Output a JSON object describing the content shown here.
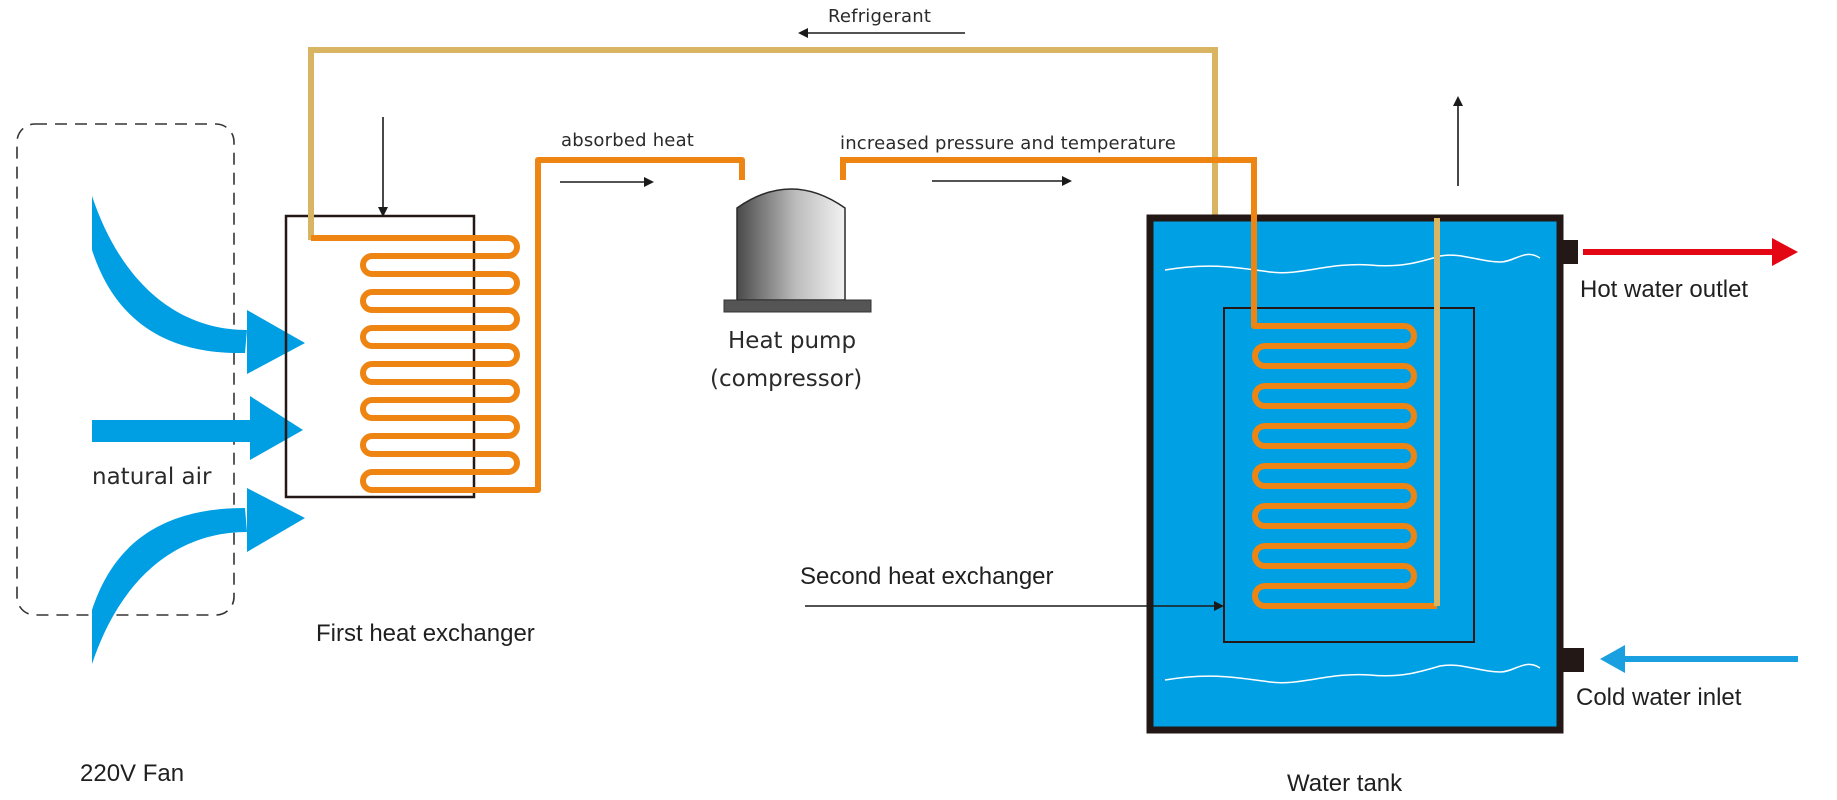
{
  "title": "Air source heat pump water heater working principle",
  "colors": {
    "refrigerant_pipe": "#D9B563",
    "hot_pipe": "#EE8412",
    "air_arrow": "#009FE3",
    "water": "#00A0E4",
    "hot_water_arrow": "#E30613",
    "cold_water_arrow": "#1A9FE0",
    "outline": "#231815",
    "text": "#1f1f1f"
  },
  "labels": {
    "refrigerant": "Refrigerant",
    "absorbed_heat": "absorbed heat",
    "increased_pressure": "increased pressure and temperature",
    "heat_pump_line1": "Heat pump",
    "heat_pump_line2": "(compressor)",
    "natural_air": "natural air",
    "fan": "220V Fan",
    "first_hx": "First heat exchanger",
    "second_hx": "Second heat exchanger",
    "hot_outlet": "Hot water outlet",
    "cold_inlet": "Cold water inlet",
    "water_tank": "Water tank"
  },
  "icons": {
    "air_arrows": [
      "curved-down-arrow-icon",
      "straight-arrow-icon",
      "curved-up-arrow-icon"
    ],
    "compressor": "compressor-icon",
    "flow_arrows": [
      "arrow-left-icon",
      "arrow-down-icon",
      "arrow-right-icon",
      "arrow-right-icon",
      "arrow-up-icon"
    ]
  }
}
